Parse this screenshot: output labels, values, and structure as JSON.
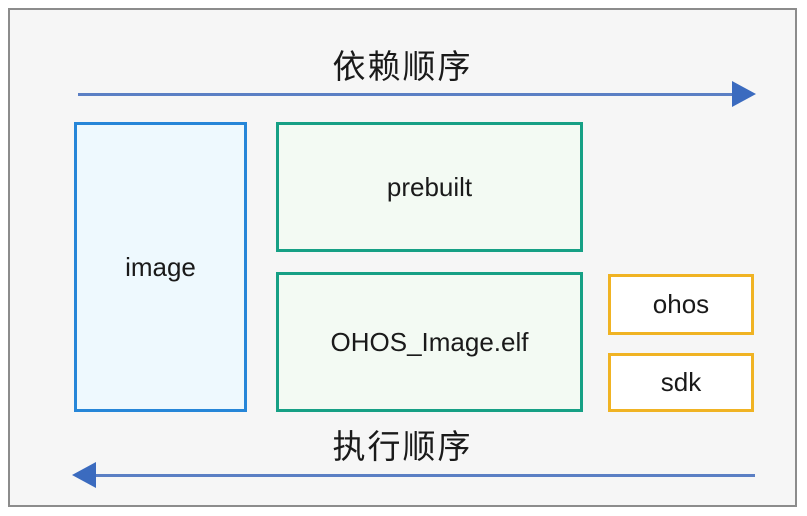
{
  "diagram": {
    "title": "",
    "background_color": "#f6f6f6",
    "frame_border_color": "#8c8c8c",
    "arrows": [
      {
        "id": "dependency-order",
        "label": "依赖顺序",
        "direction": "right",
        "color": "#5b7fc4",
        "head_color": "#3b6bbf"
      },
      {
        "id": "execution-order",
        "label": "执行顺序",
        "direction": "left",
        "color": "#5b7fc4",
        "head_color": "#3b6bbf"
      }
    ],
    "nodes": [
      {
        "id": "image",
        "label": "image",
        "border_color": "#2686d8",
        "fill_color": "#eef9fe"
      },
      {
        "id": "prebuilt",
        "label": "prebuilt",
        "border_color": "#16a085",
        "fill_color": "#f3faf3"
      },
      {
        "id": "ohos-image-elf",
        "label": "OHOS_Image.elf",
        "border_color": "#16a085",
        "fill_color": "#f3faf3"
      },
      {
        "id": "ohos",
        "label": "ohos",
        "border_color": "#f0b323",
        "fill_color": "#ffffff"
      },
      {
        "id": "sdk",
        "label": "sdk",
        "border_color": "#f0b323",
        "fill_color": "#ffffff"
      }
    ]
  }
}
